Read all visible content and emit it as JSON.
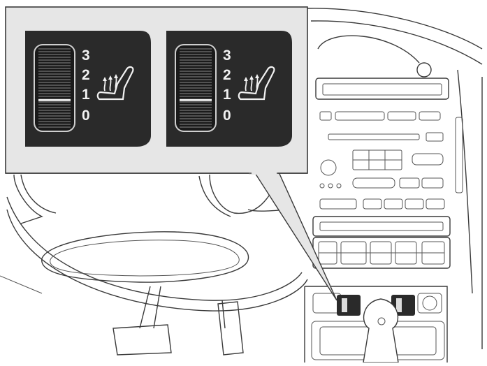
{
  "left_switch": {
    "scale_labels": [
      "3",
      "2",
      "1",
      "0"
    ],
    "icon": "heated-seat-icon",
    "level": 1
  },
  "right_switch": {
    "scale_labels": [
      "3",
      "2",
      "1",
      "0"
    ],
    "icon": "heated-seat-icon",
    "level": 1
  },
  "colors": {
    "panel_dark": "#2a2a2a",
    "panel_text": "#f2f2f2",
    "callout_bg": "#e6e6e6",
    "line": "#3a3a3a"
  }
}
